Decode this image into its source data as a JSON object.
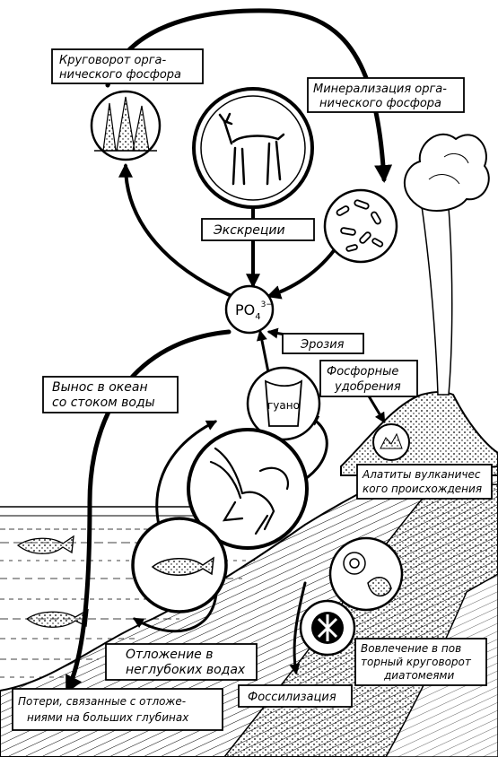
{
  "labels": {
    "organic_cycle": [
      "Круговорот орга-",
      "нического фосфора"
    ],
    "mineralization": [
      "Минерализация орга-",
      "нического фосфора"
    ],
    "excretion": "Экскреции",
    "phosphate": "PO",
    "phosphate_sub": "4",
    "phosphate_sup": "3−",
    "erosion": "Эрозия",
    "ocean_runoff": [
      "Вынос в океан",
      "со стоком воды"
    ],
    "fertilizers": [
      "Фосфорные",
      "удобрения"
    ],
    "guano": "гуано",
    "volcanic_apatite": [
      "Алатиты вулканичес",
      "кого происхождения"
    ],
    "shallow_deposit": [
      "Отложение в",
      "неглубоких водах"
    ],
    "diatom_recycle": [
      "Вовлечение в пов",
      "торный круговорот",
      "диатомеями"
    ],
    "fossilization": "Фоссилизация",
    "deep_losses": [
      "Потери, связанные с отложе-",
      "ниями на больших глубинах"
    ]
  },
  "colors": {
    "ink": "#000000",
    "paper": "#ffffff"
  }
}
